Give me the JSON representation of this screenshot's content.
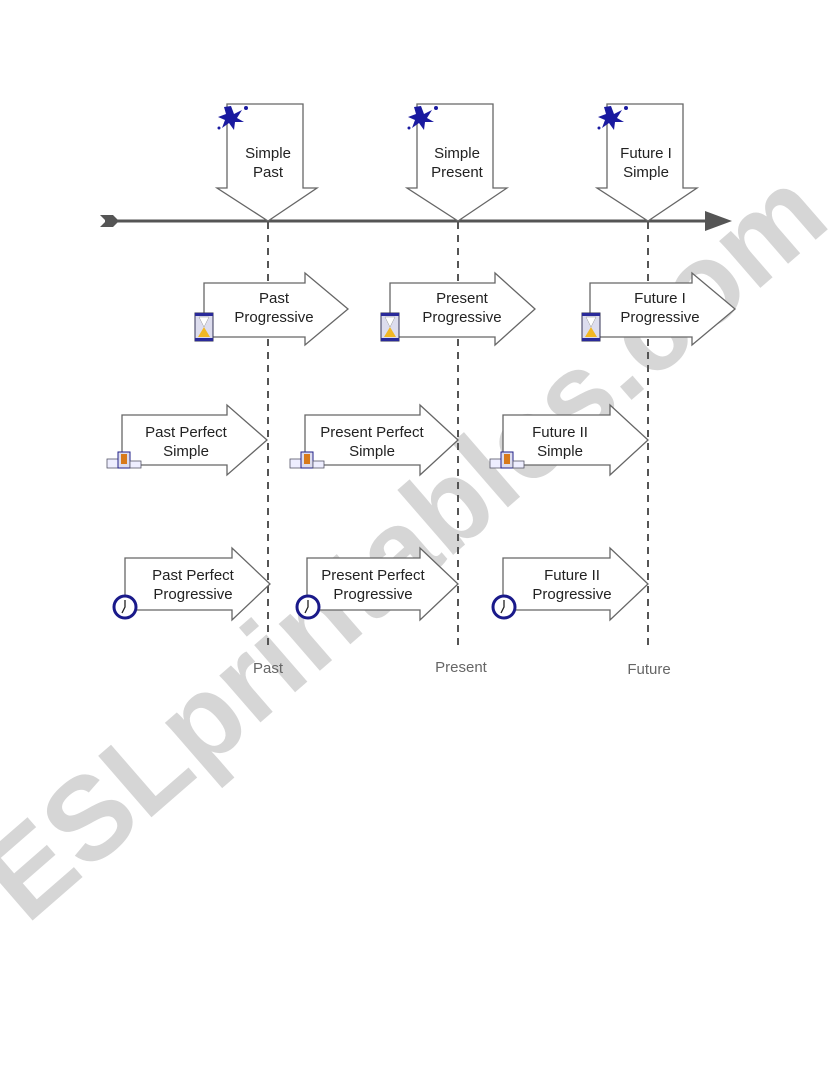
{
  "timeline": {
    "labels": {
      "past": "Past",
      "present": "Present",
      "future": "Future"
    }
  },
  "simple": [
    {
      "line1": "Simple",
      "line2": "Past",
      "icon": "splat-icon"
    },
    {
      "line1": "Simple",
      "line2": "Present",
      "icon": "splat-icon"
    },
    {
      "line1": "Future I",
      "line2": "Simple",
      "icon": "splat-icon"
    }
  ],
  "progressive": [
    {
      "line1": "Past",
      "line2": "Progressive",
      "icon": "hourglass-icon"
    },
    {
      "line1": "Present",
      "line2": "Progressive",
      "icon": "hourglass-icon"
    },
    {
      "line1": "Future I",
      "line2": "Progressive",
      "icon": "hourglass-icon"
    }
  ],
  "perfect_simple": [
    {
      "line1": "Past Perfect",
      "line2": "Simple",
      "icon": "podium-icon"
    },
    {
      "line1": "Present Perfect",
      "line2": "Simple",
      "icon": "podium-icon"
    },
    {
      "line1": "Future II",
      "line2": "Simple",
      "icon": "podium-icon"
    }
  ],
  "perfect_progressive": [
    {
      "line1": "Past Perfect",
      "line2": "Progressive",
      "icon": "clock-icon"
    },
    {
      "line1": "Present Perfect",
      "line2": "Progressive",
      "icon": "clock-icon"
    },
    {
      "line1": "Future II",
      "line2": "Progressive",
      "icon": "clock-icon"
    }
  ],
  "watermark": "ESLprintables.com",
  "colors": {
    "icon_blue": "#1a1aa0",
    "line": "#555555",
    "hourglass_sand": "#f2b824"
  }
}
